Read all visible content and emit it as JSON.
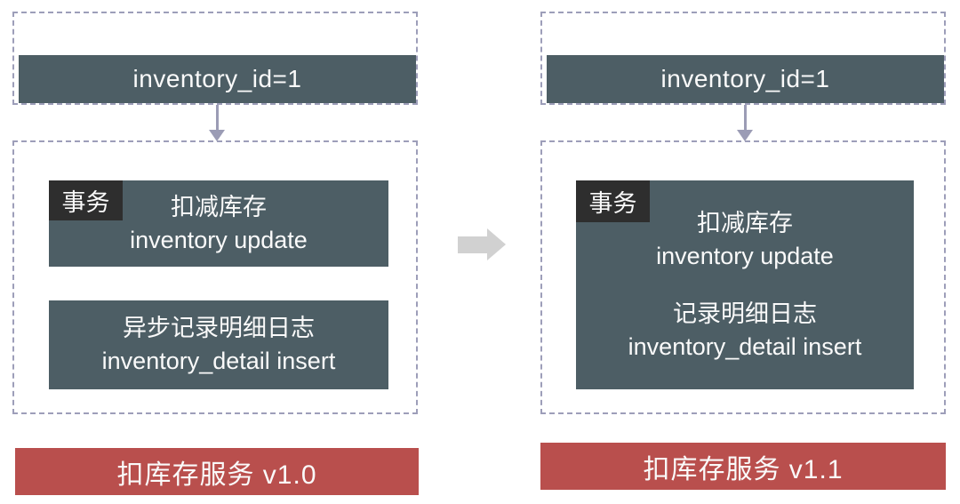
{
  "panels": {
    "left": {
      "input": "inventory_id=1",
      "transaction_tag": "事务",
      "update_box": {
        "title": "扣减库存",
        "subtitle": "inventory update"
      },
      "detail_box": {
        "title": "异步记录明细日志",
        "subtitle": "inventory_detail insert"
      },
      "footer": "扣库存服务 v1.0"
    },
    "right": {
      "input": "inventory_id=1",
      "transaction_tag": "事务",
      "transaction_box": {
        "update_title": "扣减库存",
        "update_subtitle": "inventory update",
        "detail_title": "记录明细日志",
        "detail_subtitle": "inventory_detail insert"
      },
      "footer": "扣库存服务 v1.1"
    }
  },
  "colors": {
    "box_fill": "#4d5e65",
    "tag_fill": "#2e2e2e",
    "footer_fill": "#b94f4d",
    "dashed_border": "#9d9eb9",
    "flow_arrow": "#9b9cb5",
    "transition_arrow": "#d1d1d1",
    "text": "#fafafa"
  }
}
